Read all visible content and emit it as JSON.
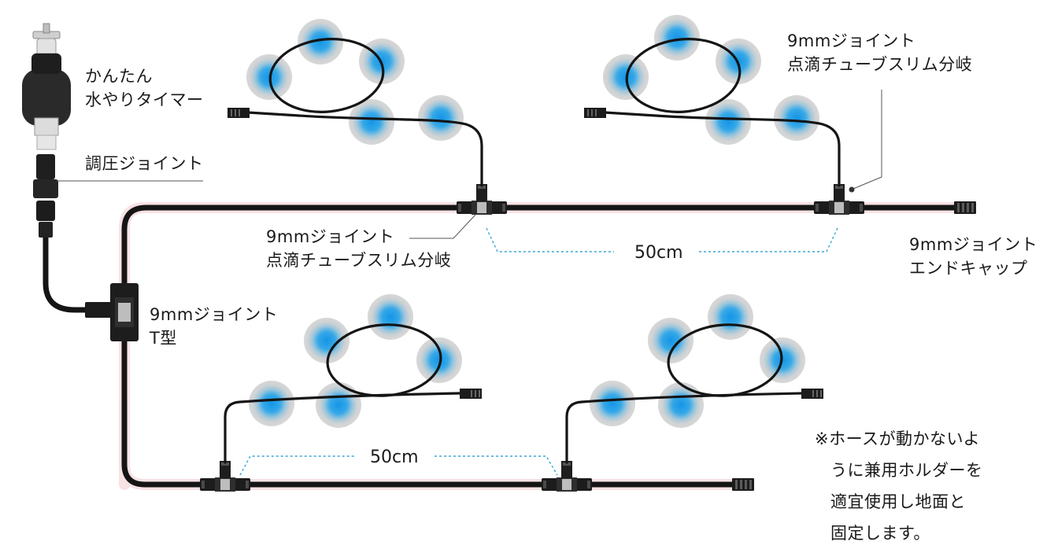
{
  "labels": {
    "timer": [
      "かんたん",
      "水やりタイマー"
    ],
    "pressure_joint": "調圧ジョイント",
    "branch_center": [
      "9mmジョイント",
      "点滴チューブスリム分岐"
    ],
    "branch_top_right": [
      "9mmジョイント",
      "点滴チューブスリム分岐"
    ],
    "end_cap": [
      "9mmジョイント",
      "エンドキャップ"
    ],
    "t_joint": [
      "9mmジョイント",
      "T型"
    ],
    "spacing_top": "50cm",
    "spacing_bottom": "50cm"
  },
  "note": [
    "※ホースが動かないよ",
    "うに兼用ホルダーを",
    "適宜使用し地面と",
    "固定します。"
  ],
  "colors": {
    "hose": "#151515",
    "drip_core": "#1e9be6",
    "drip_halo": "#c9c9c9",
    "dashed_line": "#3aa6d8",
    "leader_line": "#555555",
    "hose_glow": "#f6d6da"
  },
  "icons": {
    "faucet": "faucet-icon",
    "timer": "water-timer-icon",
    "connector": "hose-connector-icon",
    "drip_spot": "drip-spot-icon"
  }
}
